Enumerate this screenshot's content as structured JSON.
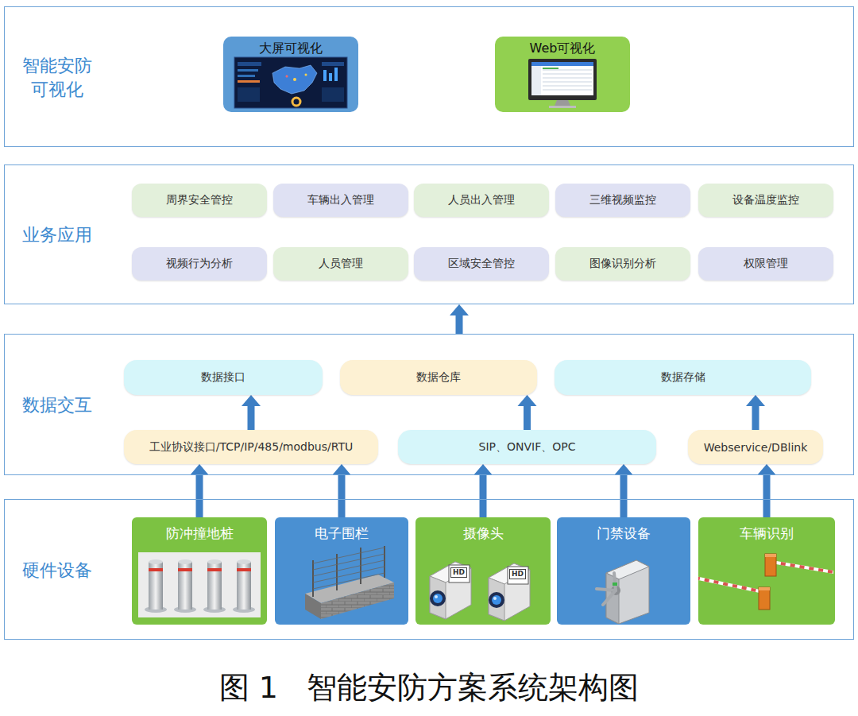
{
  "diagram": {
    "caption": "图 1   智能安防方案系统架构图",
    "nodes": [
      {
        "text": [
          "智能安防 可视化"
        ]
      },
      {
        "text": [
          "大屏可视化"
        ],
        "in": 0
      },
      {
        "text": [
          "Web可视化"
        ],
        "in": 0
      },
      {
        "text": [
          "业务应用"
        ]
      },
      {
        "text": [
          "周界安全管控"
        ],
        "in": 3
      },
      {
        "text": [
          "车辆出入管理"
        ],
        "in": 3
      },
      {
        "text": [
          "人员出入管理"
        ],
        "in": 3
      },
      {
        "text": [
          "三维视频监控"
        ],
        "in": 3
      },
      {
        "text": [
          "设备温度监控"
        ],
        "in": 3
      },
      {
        "text": [
          "视频行为分析"
        ],
        "in": 3
      },
      {
        "text": [
          "人员管理"
        ],
        "in": 3
      },
      {
        "text": [
          "区域安全管控"
        ],
        "in": 3
      },
      {
        "text": [
          "图像识别分析"
        ],
        "in": 3
      },
      {
        "text": [
          "权限管理"
        ],
        "in": 3
      },
      {
        "text": [
          "数据交互"
        ]
      },
      {
        "text": [
          "数据接口"
        ],
        "in": 14
      },
      {
        "text": [
          "数据仓库"
        ],
        "in": 14
      },
      {
        "text": [
          "数据存储"
        ],
        "in": 14
      },
      {
        "text": [
          "工业协议接口/TCP/IP/485/modbus/RTU"
        ],
        "in": 14
      },
      {
        "text": [
          "SIP、ONVIF、OPC"
        ],
        "in": 14
      },
      {
        "text": [
          "Webservice/DBlink"
        ],
        "in": 14
      },
      {
        "text": [
          "硬件设备"
        ]
      },
      {
        "text": [
          "防冲撞地桩"
        ],
        "in": 21
      },
      {
        "text": [
          "电子围栏"
        ],
        "in": 21
      },
      {
        "text": [
          "摄像头"
        ],
        "in": 21
      },
      {
        "text": [
          "门禁设备"
        ],
        "in": 21
      },
      {
        "text": [
          "车辆识别"
        ],
        "in": 21
      }
    ],
    "edges": [
      {
        "from": 14,
        "to": 3,
        "arrow": "to"
      },
      {
        "from": 18,
        "to": 15,
        "arrow": "to"
      },
      {
        "from": 19,
        "to": 16,
        "arrow": "to"
      },
      {
        "from": 20,
        "to": 17,
        "arrow": "to"
      },
      {
        "from": 22,
        "to": 18,
        "arrow": "to"
      },
      {
        "from": 23,
        "to": 18,
        "arrow": "to"
      },
      {
        "from": 24,
        "to": 19,
        "arrow": "to"
      },
      {
        "from": 25,
        "to": 19,
        "arrow": "to"
      },
      {
        "from": 26,
        "to": 20,
        "arrow": "to"
      }
    ],
    "labels": [
      "HD",
      "HD"
    ]
  }
}
